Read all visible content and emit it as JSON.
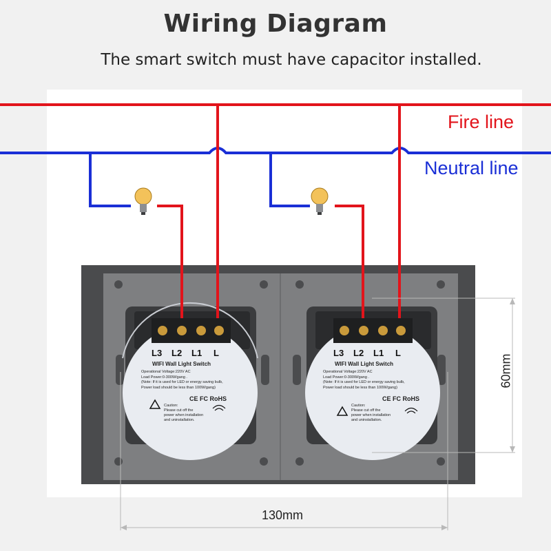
{
  "title": "Wiring Diagram",
  "subtitle": "The smart switch must have capacitor installed.",
  "labels": {
    "fire_line": "Fire line",
    "neutral_line": "Neutral line"
  },
  "dimensions": {
    "width": "130mm",
    "height": "60mm"
  },
  "colors": {
    "fire": "#e2141b",
    "neutral": "#1a2fd6"
  },
  "modules": [
    {
      "terminals": [
        "L3",
        "L2",
        "L1",
        "L"
      ],
      "name": "WIFI Wall Light Switch",
      "specs": [
        "Operational Voltage:220V AC",
        "Load Power:0-300W/gang .",
        "(Note: If it is used for LED or energy saving bulb,",
        "Power load should be less than 100W/gang)"
      ],
      "certs": "CE FC RoHS",
      "caution": [
        "Caution:",
        "Please cut off the",
        "power when installation",
        "and uninstallation."
      ]
    },
    {
      "terminals": [
        "L3",
        "L2",
        "L1",
        "L"
      ],
      "name": "WIFI Wall Light Switch",
      "specs": [
        "Operational Voltage:220V AC",
        "Load Power:0-300W/gang .",
        "(Note: If it is used for LED or energy saving bulb,",
        "Power load should be less than 100W/gang)"
      ],
      "certs": "CE FC RoHS",
      "caution": [
        "Caution:",
        "Please cut off the",
        "power when installation",
        "and uninstallation."
      ]
    }
  ],
  "icons": [
    "light-bulb-icon",
    "warning-icon",
    "wifi-icon"
  ]
}
